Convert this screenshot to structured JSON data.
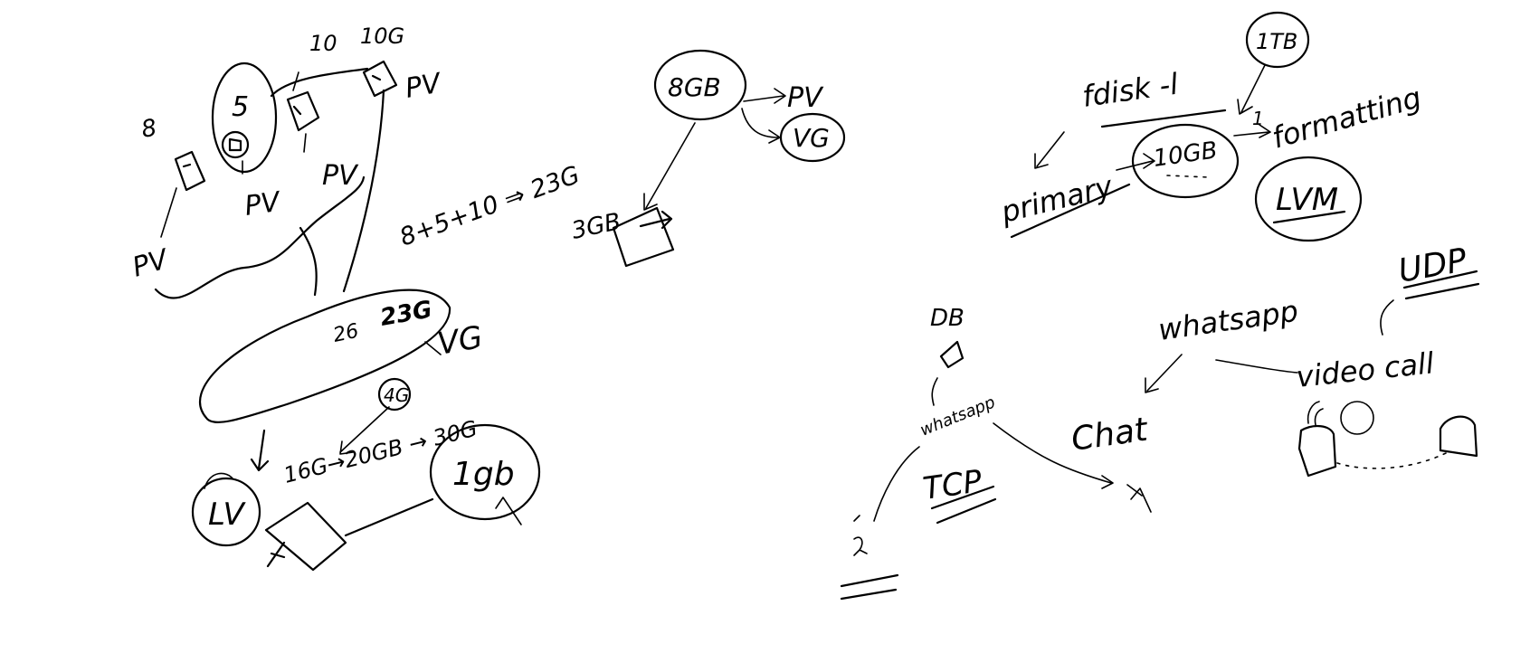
{
  "labels": {
    "q": "8",
    "five": "5",
    "ten": "10",
    "ten_g": "10G",
    "pv_box_right": "PV",
    "pv_left": "PV",
    "pv_mid": "PV",
    "pv_center": "PV",
    "sum": "8+5+10 ⇒ 23G",
    "eight_gb": "8GB",
    "pv_arrow": "PV",
    "vg_circle": "VG",
    "three_gb": "3GB",
    "vg_blob_a": "26",
    "vg_blob_b": "23G",
    "vg_label": "VG",
    "four_g": "4G",
    "resize": "16G→20GB → 30G",
    "lv": "LV",
    "one_gb": "1gb",
    "fdisk": "fdisk -l",
    "one_tb": "1TB",
    "primary": "primary",
    "ten_gb": "10GB",
    "one": "1",
    "formatting": "formatting",
    "lvm": "LVM",
    "udp": "UDP",
    "db": "DB",
    "whatsapp_top": "whatsapp",
    "whatsapp_small": "whatsapp",
    "video_call": "video call",
    "chat": "Chat",
    "tcp": "TCP"
  }
}
